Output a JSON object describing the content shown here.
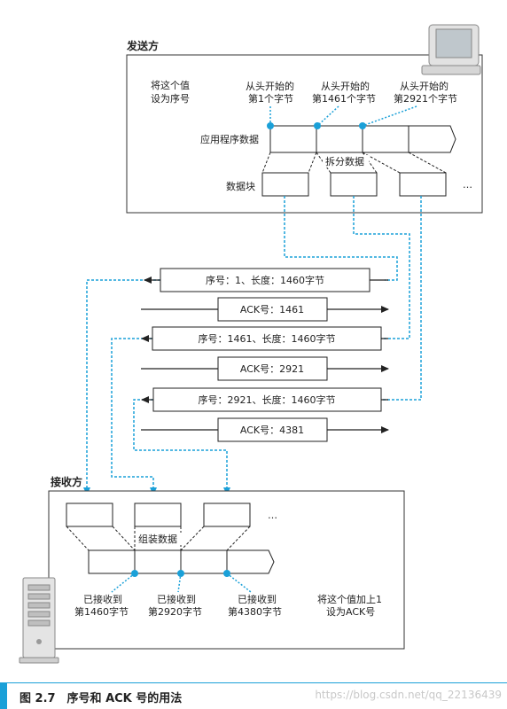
{
  "sender": {
    "title": "发送方",
    "note": [
      "将这个值",
      "设为序号"
    ],
    "markers": [
      {
        "line1": "从头开始的",
        "line2": "第1个字节"
      },
      {
        "line1": "从头开始的",
        "line2": "第1461个字节"
      },
      {
        "line1": "从头开始的",
        "line2": "第2921个字节"
      }
    ],
    "app_data_label": "应用程序数据",
    "split_label": "拆分数据",
    "chunk_label": "数据块",
    "ellipsis": "…"
  },
  "messages": [
    {
      "text": "序号：1、长度：1460字节",
      "direction": "left"
    },
    {
      "text": "ACK号：1461",
      "direction": "right"
    },
    {
      "text": "序号：1461、长度：1460字节",
      "direction": "left"
    },
    {
      "text": "ACK号：2921",
      "direction": "right"
    },
    {
      "text": "序号：2921、长度：1460字节",
      "direction": "left"
    },
    {
      "text": "ACK号：4381",
      "direction": "right"
    }
  ],
  "receiver": {
    "title": "接收方",
    "assemble_label": "组装数据",
    "ellipsis": "…",
    "received": [
      {
        "line1": "已接收到",
        "line2": "第1460字节"
      },
      {
        "line1": "已接收到",
        "line2": "第2920字节"
      },
      {
        "line1": "已接收到",
        "line2": "第4380字节"
      }
    ],
    "note": [
      "将这个值加上1",
      "设为ACK号"
    ]
  },
  "caption": "图 2.7　序号和 ACK 号的用法",
  "watermark": "https://blog.csdn.net/qq_22136439",
  "colors": {
    "accent": "#1aa0d8",
    "line": "#222222",
    "dash": "#1aa0d8"
  }
}
